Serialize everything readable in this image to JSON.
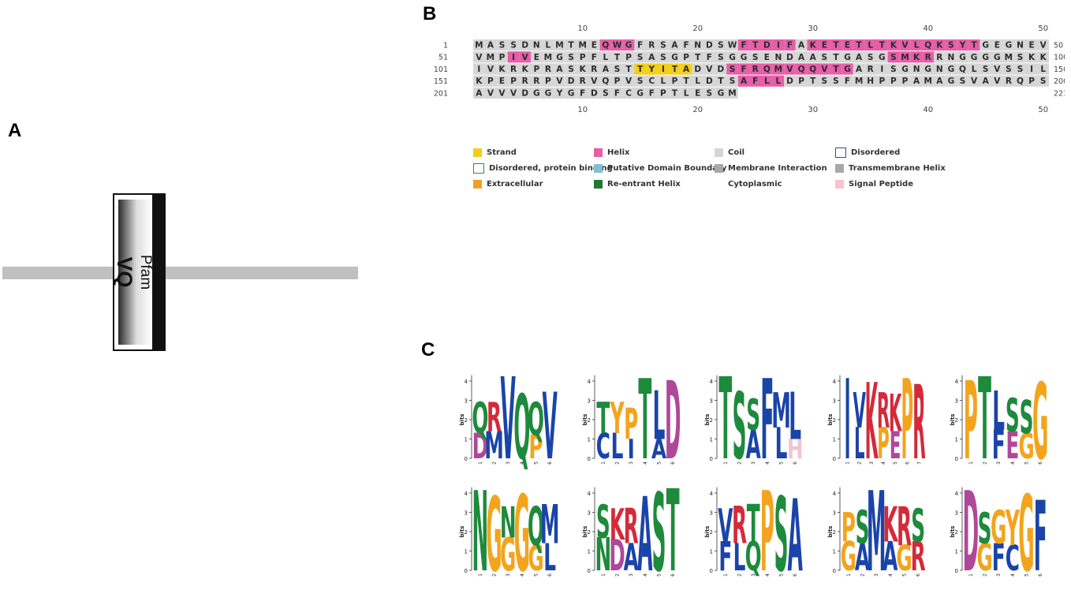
{
  "panels": {
    "a": "A",
    "b": "B",
    "c": "C"
  },
  "domain_diagram": {
    "domain_label_line1": "Pfam",
    "domain_label_line2": "VQ",
    "backbone_color": "#c0c0c0"
  },
  "sequence": {
    "residues": "MASSDNLMTMEQWGFRSAFNDSWFTDIFAKETETLTKVLQKSYTGEGNEVVMPIVEMGSPFLTPSASGPTFSGGSENDAASTGASGSMKRRNGGGGMSKKIVKRKPRASKRASTTYITADVDSFRQMVQQVTGARISGNGNGQLSVSSILKPEPRRPVDRVQPVSCLPTLDTSAFLLDPTSSFMHPPPAMAGSVAVRQPSAVVVDGGYGFDSFCGFPTLESGM",
    "length": 223,
    "line_width": 50,
    "line_starts": [
      "1",
      "51",
      "101",
      "151",
      "201"
    ],
    "line_ends": [
      "50",
      "100",
      "150",
      "200",
      "223"
    ],
    "ruler_ticks": [
      "10",
      "20",
      "30",
      "40",
      "50"
    ],
    "helix_ranges": [
      [
        12,
        14
      ],
      [
        24,
        28
      ],
      [
        30,
        44
      ],
      [
        54,
        55
      ],
      [
        87,
        90
      ],
      [
        123,
        133
      ],
      [
        174,
        177
      ]
    ],
    "strand_ranges": [
      [
        115,
        119
      ]
    ],
    "colors": {
      "coil": "#d6d6d6",
      "helix": "#e55fa8",
      "strand": "#f2cf1a"
    }
  },
  "legend": [
    {
      "label": "Strand",
      "color": "#f2cf1a",
      "style": "fill"
    },
    {
      "label": "Helix",
      "color": "#e55fa8",
      "style": "fill"
    },
    {
      "label": "Coil",
      "color": "#d6d6d6",
      "style": "fill"
    },
    {
      "label": "Disordered",
      "color": "#3f3fb0",
      "style": "outline"
    },
    {
      "label": "Disordered, protein binding",
      "color": "#2e8b3a",
      "style": "outline"
    },
    {
      "label": "Putative Domain Boundary",
      "color": "#7fc0d4",
      "style": "fill"
    },
    {
      "label": "Membrane Interaction",
      "color": "#a8a8a8",
      "style": "fill"
    },
    {
      "label": "Transmembrane Helix",
      "color": "#a8a8a8",
      "style": "fill"
    },
    {
      "label": "Extracellular",
      "color": "#f0a024",
      "style": "fill"
    },
    {
      "label": "Re-entrant Helix",
      "color": "#1e7a32",
      "style": "fill"
    },
    {
      "label": "Cytoplasmic",
      "color": "",
      "style": "none"
    },
    {
      "label": "Signal Peptide",
      "color": "#f7c3cd",
      "style": "fill"
    }
  ],
  "motif_logos": {
    "y_axis_label": "bits",
    "y_ticks": [
      "0",
      "1",
      "2",
      "3",
      "4"
    ],
    "aa_colors": {
      "A": "#1a44a8",
      "C": "#1a44a8",
      "F": "#1a44a8",
      "I": "#1a44a8",
      "L": "#1a44a8",
      "M": "#1a44a8",
      "V": "#1a44a8",
      "W": "#1a44a8",
      "G": "#f3a41c",
      "P": "#f3a41c",
      "Y": "#f3a41c",
      "N": "#1e8a3c",
      "Q": "#1e8a3c",
      "S": "#1e8a3c",
      "T": "#1e8a3c",
      "D": "#b0489a",
      "E": "#b0489a",
      "H": "#f2c4cf",
      "K": "#d42a3a",
      "R": "#d42a3a"
    },
    "logos": [
      {
        "positions": [
          "1",
          "2",
          "3",
          "4",
          "5",
          "6"
        ],
        "columns": [
          [
            [
              "D",
              1.3
            ],
            [
              "Q",
              1.6
            ]
          ],
          [
            [
              "M",
              1.4
            ],
            [
              "R",
              1.5
            ]
          ],
          [
            [
              "V",
              4.2
            ]
          ],
          [
            [
              "Q",
              3.3
            ]
          ],
          [
            [
              "P",
              1.2
            ],
            [
              "Q",
              1.7
            ]
          ],
          [
            [
              "V",
              3.4
            ]
          ]
        ]
      },
      {
        "positions": [
          "1",
          "2",
          "3",
          "4",
          "5",
          "6"
        ],
        "columns": [
          [
            [
              "C",
              1.3
            ],
            [
              "T",
              1.6
            ]
          ],
          [
            [
              "L",
              1.3
            ],
            [
              "Y",
              1.6
            ]
          ],
          [
            [
              "I",
              1.0
            ],
            [
              "P",
              1.6
            ]
          ],
          [
            [
              "T",
              4.1
            ]
          ],
          [
            [
              "A",
              1.0
            ],
            [
              "L",
              2.5
            ]
          ],
          [
            [
              "D",
              4.0
            ]
          ]
        ]
      },
      {
        "positions": [
          "1",
          "2",
          "3",
          "4",
          "5",
          "6"
        ],
        "columns": [
          [
            [
              "T",
              4.2
            ]
          ],
          [
            [
              "S",
              3.4
            ]
          ],
          [
            [
              "A",
              1.5
            ],
            [
              "S",
              1.6
            ]
          ],
          [
            [
              "F",
              4.1
            ]
          ],
          [
            [
              "L",
              1.6
            ],
            [
              "M",
              1.8
            ]
          ],
          [
            [
              "H",
              1.0
            ],
            [
              "L",
              2.4
            ]
          ]
        ]
      },
      {
        "positions": [
          "1",
          "2",
          "3",
          "4",
          "5",
          "6",
          "7"
        ],
        "columns": [
          [
            [
              "I",
              4.1
            ]
          ],
          [
            [
              "L",
              1.6
            ],
            [
              "V",
              1.8
            ]
          ],
          [
            [
              "K",
              3.9
            ]
          ],
          [
            [
              "P",
              1.6
            ],
            [
              "R",
              1.8
            ]
          ],
          [
            [
              "E",
              1.4
            ],
            [
              "K",
              1.9
            ]
          ],
          [
            [
              "P",
              4.1
            ]
          ],
          [
            [
              "R",
              3.8
            ]
          ]
        ]
      },
      {
        "positions": [
          "1",
          "2",
          "3",
          "4",
          "5",
          "6"
        ],
        "columns": [
          [
            [
              "P",
              4.0
            ]
          ],
          [
            [
              "T",
              4.2
            ]
          ],
          [
            [
              "F",
              1.5
            ],
            [
              "L",
              2.0
            ]
          ],
          [
            [
              "E",
              1.4
            ],
            [
              "S",
              1.7
            ]
          ],
          [
            [
              "G",
              1.3
            ],
            [
              "S",
              1.7
            ]
          ],
          [
            [
              "G",
              3.9
            ]
          ]
        ]
      },
      {
        "positions": [
          "1",
          "2",
          "3",
          "4",
          "5",
          "6"
        ],
        "columns": [
          [
            [
              "N",
              4.1
            ]
          ],
          [
            [
              "G",
              3.8
            ]
          ],
          [
            [
              "G",
              1.7
            ],
            [
              "N",
              1.6
            ]
          ],
          [
            [
              "G",
              3.9
            ]
          ],
          [
            [
              "G",
              1.3
            ],
            [
              "Q",
              2.0
            ]
          ],
          [
            [
              "L",
              1.4
            ],
            [
              "M",
              2.0
            ]
          ]
        ]
      },
      {
        "positions": [
          "1",
          "2",
          "3",
          "4",
          "5",
          "6"
        ],
        "columns": [
          [
            [
              "N",
              1.7
            ],
            [
              "S",
              1.7
            ]
          ],
          [
            [
              "D",
              1.6
            ],
            [
              "K",
              1.6
            ]
          ],
          [
            [
              "A",
              1.4
            ],
            [
              "R",
              1.8
            ]
          ],
          [
            [
              "A",
              3.8
            ]
          ],
          [
            [
              "S",
              4.0
            ]
          ],
          [
            [
              "T",
              4.2
            ]
          ]
        ]
      },
      {
        "positions": [
          "1",
          "2",
          "3",
          "4",
          "5",
          "6"
        ],
        "columns": [
          [
            [
              "F",
              1.5
            ],
            [
              "V",
              1.7
            ]
          ],
          [
            [
              "L",
              1.4
            ],
            [
              "R",
              1.9
            ]
          ],
          [
            [
              "Q",
              1.5
            ],
            [
              "T",
              1.9
            ]
          ],
          [
            [
              "P",
              4.1
            ]
          ],
          [
            [
              "S",
              3.8
            ]
          ],
          [
            [
              "A",
              3.7
            ]
          ]
        ]
      },
      {
        "positions": [
          "1",
          "2",
          "3",
          "4",
          "5",
          "6"
        ],
        "columns": [
          [
            [
              "G",
              1.5
            ],
            [
              "P",
              1.5
            ]
          ],
          [
            [
              "A",
              1.4
            ],
            [
              "S",
              1.7
            ]
          ],
          [
            [
              "M",
              4.1
            ]
          ],
          [
            [
              "A",
              1.5
            ],
            [
              "K",
              1.8
            ]
          ],
          [
            [
              "G",
              1.3
            ],
            [
              "R",
              2.0
            ]
          ],
          [
            [
              "R",
              1.5
            ],
            [
              "S",
              1.7
            ]
          ]
        ]
      },
      {
        "positions": [
          "1",
          "2",
          "3",
          "4",
          "5",
          "6"
        ],
        "columns": [
          [
            [
              "D",
              4.1
            ]
          ],
          [
            [
              "G",
              1.4
            ],
            [
              "S",
              1.6
            ]
          ],
          [
            [
              "F",
              1.4
            ],
            [
              "G",
              1.7
            ]
          ],
          [
            [
              "C",
              1.3
            ],
            [
              "Y",
              1.8
            ]
          ],
          [
            [
              "G",
              3.9
            ]
          ],
          [
            [
              "F",
              3.6
            ]
          ]
        ]
      }
    ]
  }
}
